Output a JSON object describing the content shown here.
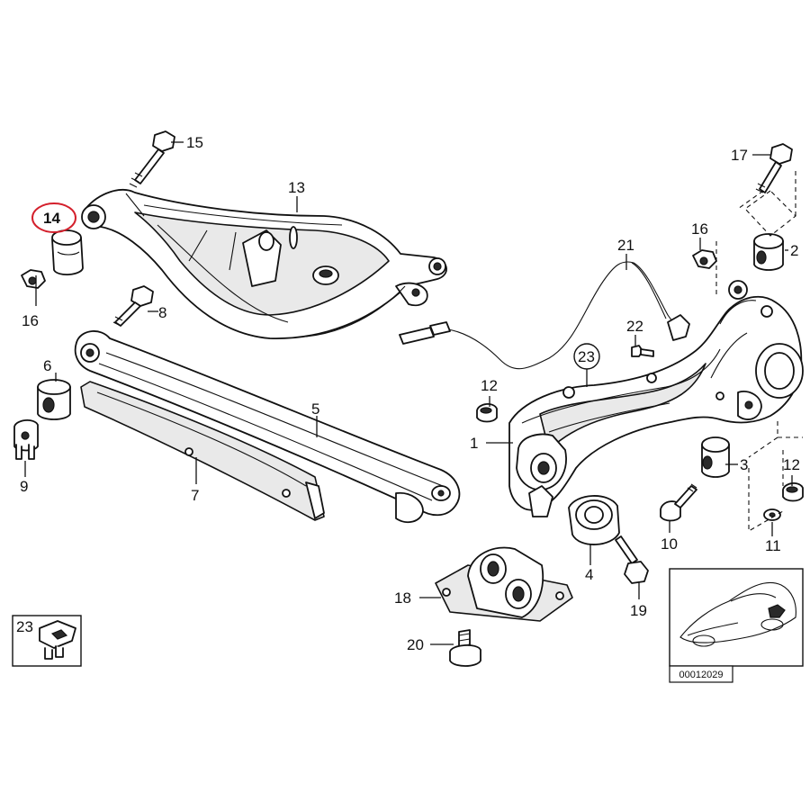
{
  "diagram": {
    "highlight_color": "#d4202c",
    "highlighted_part": "14",
    "reference_number": "00012029",
    "callouts": [
      "1",
      "2",
      "3",
      "4",
      "5",
      "6",
      "7",
      "8",
      "9",
      "10",
      "11",
      "12",
      "13",
      "14",
      "15",
      "16",
      "17",
      "18",
      "19",
      "20",
      "21",
      "22",
      "23"
    ],
    "inset_callout": "23",
    "circled_callout": "23",
    "repeated_callouts": {
      "12_second": "12",
      "16_second": "16"
    }
  }
}
